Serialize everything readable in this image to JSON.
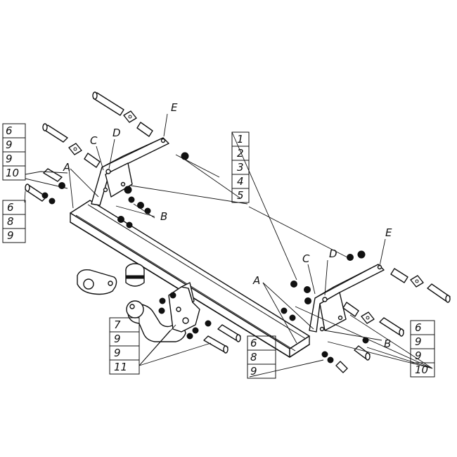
{
  "labels": {
    "left_stack": [
      "6",
      "9",
      "9",
      "10"
    ],
    "left_lower_stack": [
      "6",
      "8",
      "9"
    ],
    "center_stack": [
      "1",
      "2",
      "3",
      "4",
      "5"
    ],
    "bottom_left_stack": [
      "7",
      "9",
      "9",
      "11"
    ],
    "bottom_center_stack": [
      "6",
      "8",
      "9"
    ],
    "right_stack": [
      "6",
      "9",
      "9",
      "10"
    ],
    "letters": {
      "A_left": "A",
      "B_left": "B",
      "C_left": "C",
      "D_left": "D",
      "E_left": "E",
      "A_right": "A",
      "B_right": "B",
      "C_right": "C",
      "D_right": "D",
      "E_right": "E"
    }
  }
}
